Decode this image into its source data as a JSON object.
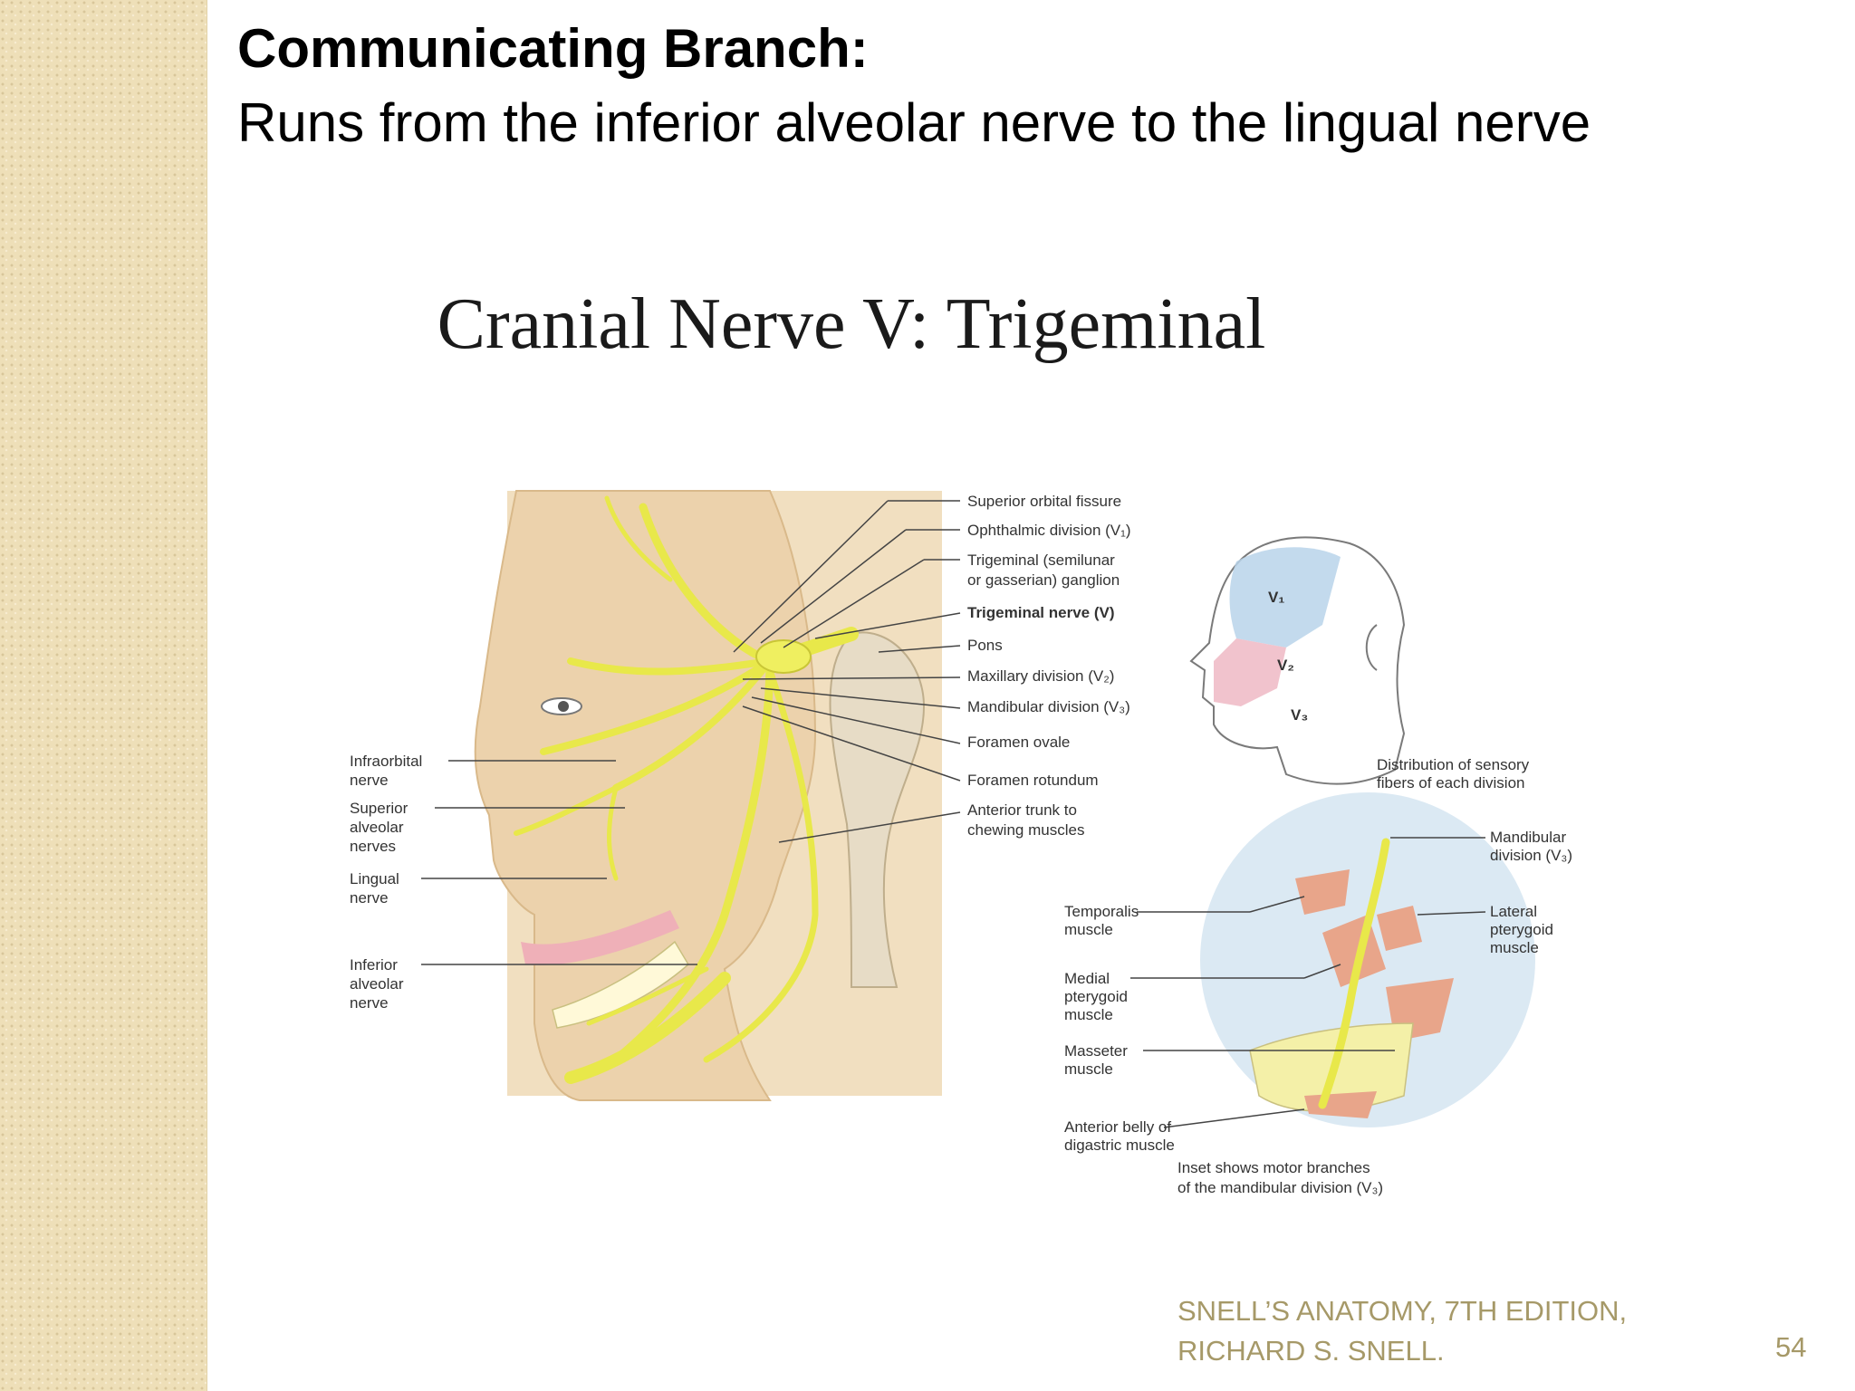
{
  "slide": {
    "heading": "Communicating Branch:",
    "subheading": "Runs from the inferior alveolar nerve to the lingual nerve",
    "citation_line1": "SNELL’S ANATOMY, 7TH EDITION,",
    "citation_line2": "RICHARD S. SNELL.",
    "page_number": "54"
  },
  "figure": {
    "title": "Cranial Nerve V: Trigeminal",
    "right_labels": [
      "Superior orbital fissure",
      "Ophthalmic division (V₁)",
      "Trigeminal (semilunar",
      "or gasserian) ganglion",
      "Trigeminal nerve (V)",
      "Pons",
      "Maxillary division (V₂)",
      "Mandibular division (V₃)",
      "Foramen ovale",
      "Foramen rotundum",
      "Anterior trunk to",
      "chewing muscles"
    ],
    "left_labels": [
      "Infraorbital",
      "nerve",
      "Superior",
      "alveolar",
      "nerves",
      "Lingual",
      "nerve",
      "Inferior",
      "alveolar",
      "nerve"
    ],
    "head_inset": {
      "v1": "V₁",
      "v2": "V₂",
      "v3": "V₃",
      "caption_line1": "Distribution of sensory",
      "caption_line2": "fibers of each division"
    },
    "motor_inset": {
      "labels_left": [
        "Temporalis",
        "muscle",
        "Medial",
        "pterygoid",
        "muscle",
        "Masseter",
        "muscle",
        "Anterior belly of",
        "digastric muscle"
      ],
      "labels_right": [
        "Mandibular",
        "division (V₃)",
        "Lateral",
        "pterygoid",
        "muscle"
      ],
      "caption_line1": "Inset shows motor branches",
      "caption_line2": "of the mandibular division (V₃)"
    },
    "colors": {
      "nerve": "#e8e84a",
      "skin": "#f1dfc0",
      "head_background": "#f3e7cf",
      "inset_circle": "#dbe9f3",
      "muscle": "#e8a58a",
      "v1_zone": "#b9d3ea",
      "v2_zone": "#efb8c4"
    }
  }
}
